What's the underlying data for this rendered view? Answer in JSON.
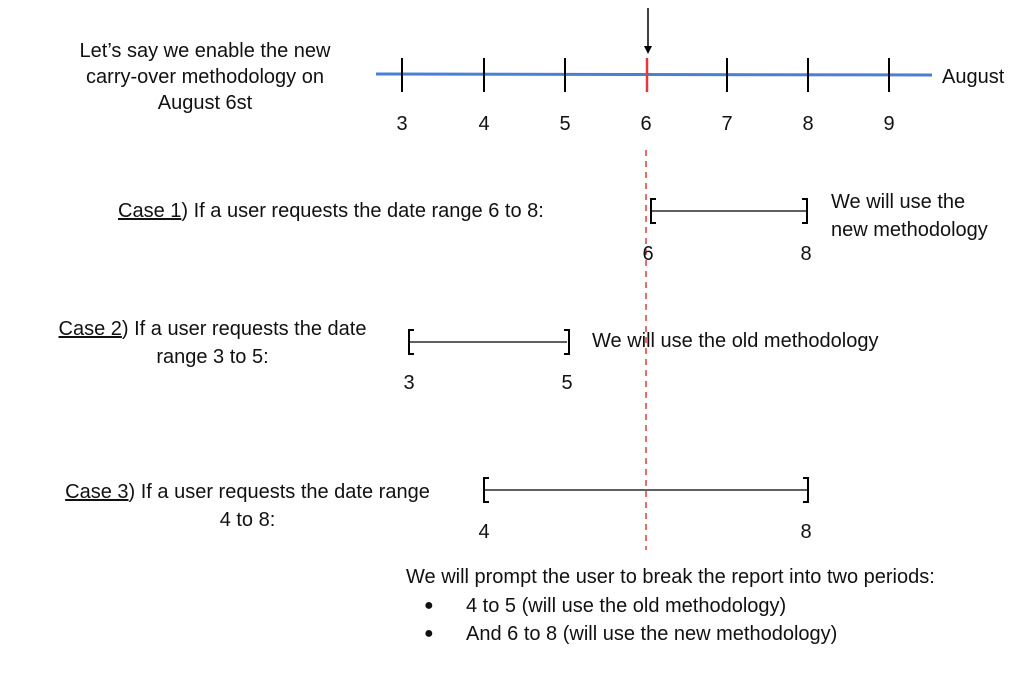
{
  "intro": {
    "line1": "Let’s say we enable the new",
    "line2": "carry-over methodology on",
    "line3": "August 6st"
  },
  "timeline": {
    "month_label": "August",
    "ticks": [
      "3",
      "4",
      "5",
      "6",
      "7",
      "8",
      "9"
    ],
    "highlight_tick": "6",
    "line_color": "#4a7fd6",
    "highlight_color": "#e03b3b"
  },
  "case1": {
    "case_label": "Case 1",
    "text": ") If a user requests the date range 6 to 8:",
    "start": "6",
    "end": "8",
    "result_line1": "We will use the",
    "result_line2": "new methodology"
  },
  "case2": {
    "case_label": "Case 2",
    "text_line1": ") If a user requests the date",
    "text_line2": "range 3 to 5:",
    "start": "3",
    "end": "5",
    "result": "We will use the old methodology"
  },
  "case3": {
    "case_label": "Case 3",
    "text_line1": ") If a user requests the date range",
    "text_line2": "4 to 8:",
    "start": "4",
    "end": "8"
  },
  "prompt": {
    "intro": "We will prompt the user to break the report into two periods:",
    "bullets": [
      "4 to 5 (will use the old methodology)",
      "And 6 to 8 (will use the new methodology)"
    ]
  }
}
